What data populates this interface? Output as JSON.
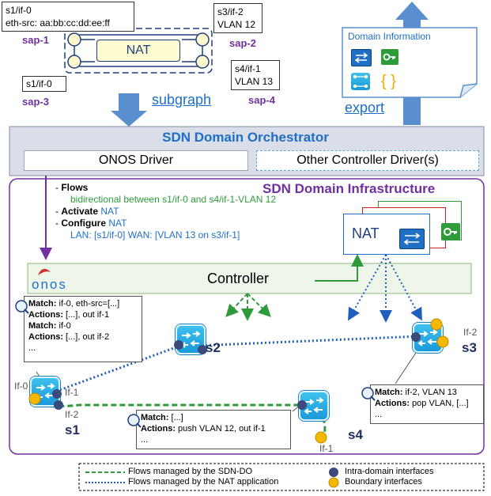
{
  "subgraph": {
    "nat_label": "NAT",
    "link_label": "subgraph",
    "sap1_info": [
      "s1/if-0",
      "eth-src: aa:bb:cc:dd:ee:ff"
    ],
    "sap1_name": "sap-1",
    "sap2_info": [
      "s3/if-2",
      "VLAN 12"
    ],
    "sap2_name": "sap-2",
    "sap3_info": "s1/if-0",
    "sap3_name": "sap-3",
    "sap4_info": [
      "s4/if-1",
      "VLAN 13"
    ],
    "sap4_name": "sap-4"
  },
  "export": {
    "title": "Domain Information",
    "link_label": "export",
    "braces": "{ }"
  },
  "orchestrator": {
    "title": "SDN Domain Orchestrator",
    "onos_driver": "ONOS Driver",
    "other_driver": "Other Controller Driver(s)"
  },
  "infrastructure": {
    "title": "SDN Domain Infrastructure",
    "onos_logo": "onos",
    "controller": "Controller",
    "nat_label": "NAT"
  },
  "commands": {
    "flows_dash": "- ",
    "flows_label": "Flows",
    "flows_detail": "bidirectional between s1/if-0  and s4/if-1-VLAN 12",
    "activate_label": "Activate",
    "activate_value": "NAT",
    "configure_label": "Configure",
    "configure_value": "NAT",
    "configure_detail": "LAN: [s1/if-0]  WAN: [VLAN 13 on s3/if-1]"
  },
  "switches": {
    "s1": "s1",
    "s2": "s2",
    "s3": "s3",
    "s4": "s4",
    "if0": "If-0",
    "s1_if1": "If-1",
    "s1_if2": "If-2",
    "s3_if2": "If-2",
    "s4_if1": "If-1"
  },
  "notes": {
    "s1": [
      {
        "k": "Match:",
        "v": " if-0, eth-src=[...]"
      },
      {
        "k": "Actions:",
        "v": " [...], out if-1"
      },
      {
        "k": "Match:",
        "v": " if-0"
      },
      {
        "k": "Actions:",
        "v": " [...], out if-2"
      },
      {
        "k": "",
        "v": "..."
      }
    ],
    "s3": [
      {
        "k": "Match:",
        "v": " if-2, VLAN 13"
      },
      {
        "k": "Actions:",
        "v": " pop VLAN, [...]"
      },
      {
        "k": "",
        "v": "..."
      }
    ],
    "s4": [
      {
        "k": "Match:",
        "v": " [...]"
      },
      {
        "k": "Actions:",
        "v": " push VLAN 12, out if-1"
      },
      {
        "k": "",
        "v": "..."
      }
    ]
  },
  "legend": {
    "sdn_do": "Flows managed by the SDN-DO",
    "nat_app": "Flows managed by the NAT application",
    "intra": "Intra-domain interfaces",
    "boundary": "Boundary interfaces"
  },
  "colors": {
    "green_flow": "#2e9a3a",
    "blue_flow": "#1f5fbf",
    "intra_dot": "#3a4a7a",
    "boundary_dot": "#f5b800",
    "purple": "#7030a0"
  }
}
